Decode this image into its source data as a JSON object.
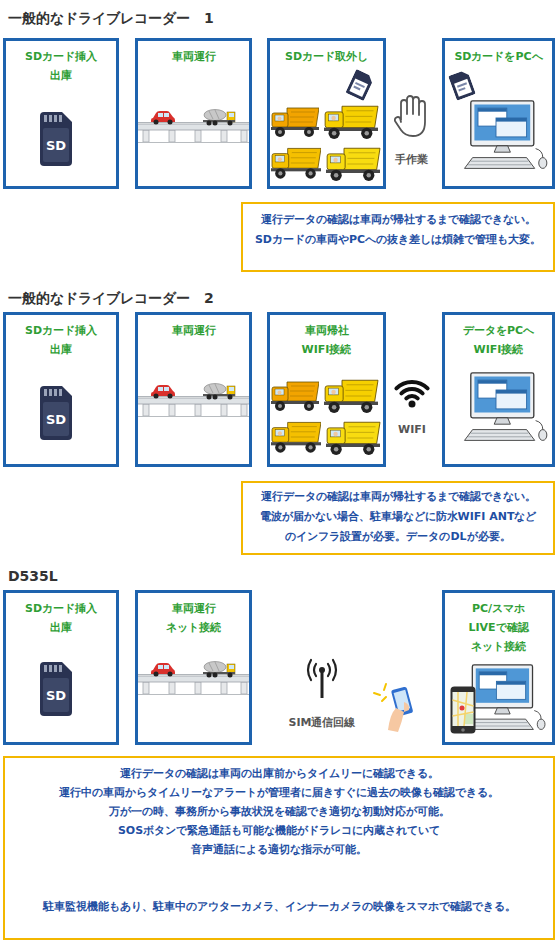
{
  "diagram": {
    "nodes": [
      {
        "text": [
          "SDカード挿入 出庫"
        ]
      },
      {
        "text": [
          "車両運行"
        ]
      },
      {
        "text": [
          "SDカード取外し"
        ]
      },
      {
        "text": [
          "SDカードをPCへ"
        ]
      },
      {
        "text": [
          "運行データの確認は車両が帰社するまで確認できない。",
          "SDカードの車両やPCへの抜き差しは煩雑で管理も大変。"
        ]
      },
      {
        "text": [
          "SDカード挿入 出庫"
        ]
      },
      {
        "text": [
          "車両運行"
        ]
      },
      {
        "text": [
          "車両帰社 WIFI接続"
        ]
      },
      {
        "text": [
          "データをPCへ WIFI接続"
        ]
      },
      {
        "text": [
          "運行データの確認は車両が帰社するまで確認できない。",
          "電波が届かない場合、駐車場などに防水WIFI ANTなど のインフラ設置が必要。データのDLが必要。"
        ]
      },
      {
        "text": [
          "SDカード挿入 出庫"
        ]
      },
      {
        "text": [
          "車両運行 ネット接続"
        ]
      },
      {
        "text": [
          "PC/スマホ LIVEで確認 ネット接続"
        ]
      },
      {
        "text": [
          "運行データの確認は車両の出庫前からタイムリーに確認できる。",
          "運行中の車両からタイムリーなアラートが管理者に届きすぐに過去の映像も確認できる。",
          "万が一の時、事務所から事故状況を確認でき適切な初動対応が可能。",
          "SOSボタンで緊急通話も可能な機能がドラレコに内蔵されていて 音声通話による適切な指示が可能。",
          "駐車監視機能もあり、駐車中のアウターカメラ、インナーカメラの映像をスマホで確認できる。"
        ]
      }
    ],
    "labels": [
      "一般的なドライブレコーダー　1",
      "SD",
      "手作業",
      "一般的なドライブレコーダー　2",
      "SD",
      "WIFI",
      "D535L",
      "SD",
      "SIM通信回線"
    ]
  }
}
